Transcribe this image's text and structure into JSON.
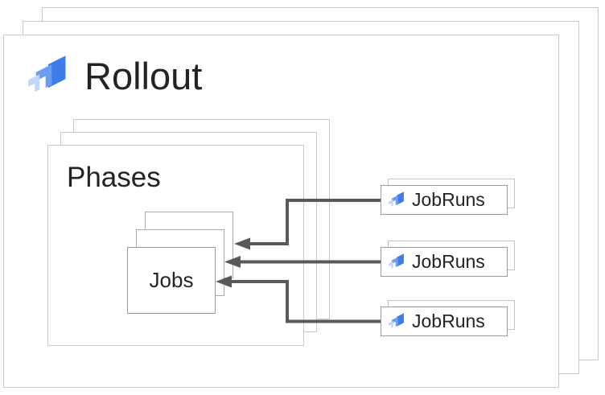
{
  "diagram": {
    "title": {
      "label": "Rollout",
      "icon": "cloud-deploy-logo",
      "stack_count": 3
    },
    "phases": {
      "label": "Phases",
      "stack_count": 3
    },
    "jobs": {
      "label": "Jobs",
      "stack_count": 3
    },
    "jobruns": [
      {
        "label": "JobRuns",
        "stack_count": 2
      },
      {
        "label": "JobRuns",
        "stack_count": 2
      },
      {
        "label": "JobRuns",
        "stack_count": 2
      }
    ],
    "colors": {
      "logo_blue_dark": "#3D7DE9",
      "logo_blue_mid": "#6D9CF1",
      "logo_blue_light": "#C3D6F9",
      "arrow_gray": "#58595B",
      "card_border_light": "#C7C9CB",
      "box_border": "#9B9B9B",
      "box_border_back": "#ABABAB",
      "jr_border_back": "#C4C4C4",
      "text_dark": "#212427"
    }
  }
}
